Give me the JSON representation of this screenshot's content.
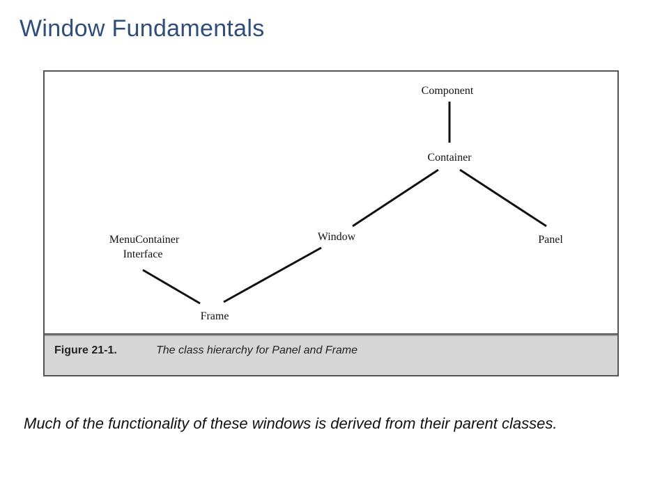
{
  "slide": {
    "title": "Window Fundamentals",
    "body_text": "Much of the functionality of these windows is derived from their parent classes."
  },
  "figure": {
    "caption_number": "Figure  21-1.",
    "caption_text": "The class hierarchy for Panel and Frame",
    "nodes": {
      "component": "Component",
      "container": "Container",
      "window": "Window",
      "panel": "Panel",
      "menucontainer_line1": "MenuContainer",
      "menucontainer_line2": "Interface",
      "frame": "Frame"
    },
    "edges": [
      [
        "Component",
        "Container"
      ],
      [
        "Container",
        "Window"
      ],
      [
        "Container",
        "Panel"
      ],
      [
        "Window",
        "Frame"
      ],
      [
        "MenuContainer Interface",
        "Frame"
      ]
    ]
  }
}
